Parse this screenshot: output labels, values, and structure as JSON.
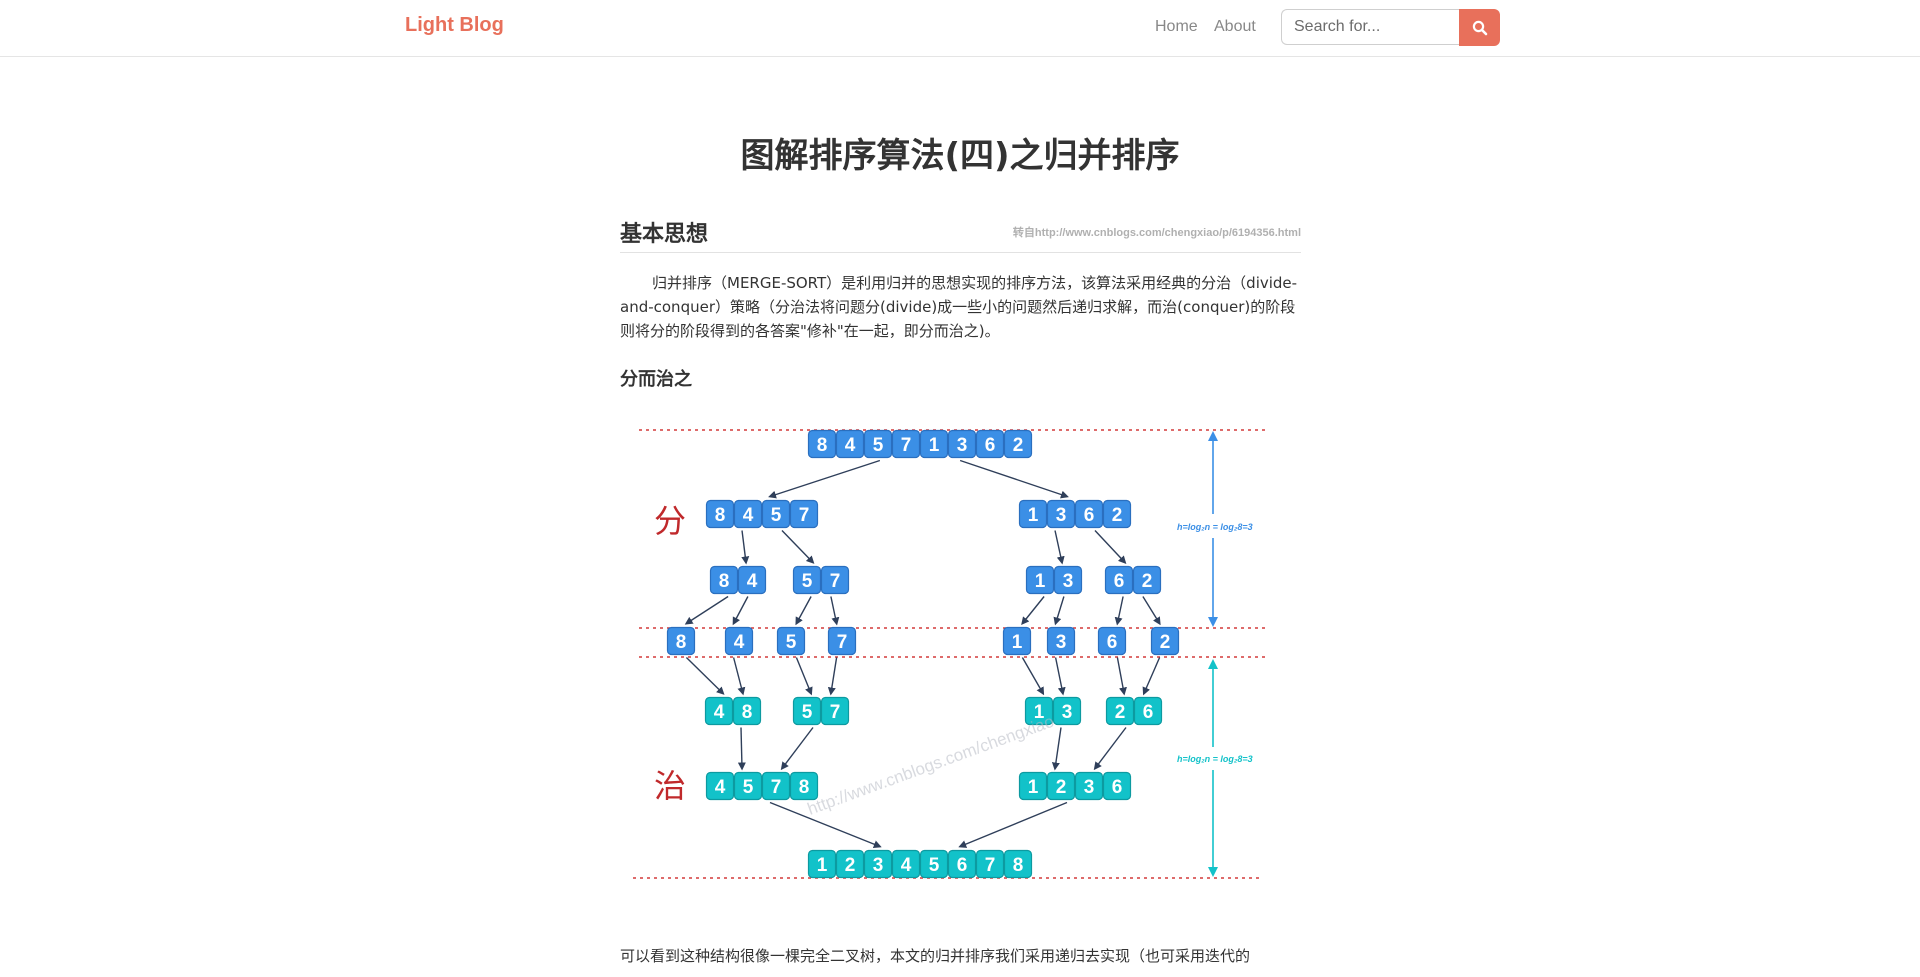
{
  "navbar": {
    "brand": "Light Blog",
    "links": [
      "Home",
      "About"
    ],
    "search_placeholder": "Search for..."
  },
  "post": {
    "title": "图解排序算法(四)之归并排序",
    "section_title": "基本思想",
    "source_note": "转自http://www.cnblogs.com/chengxiao/p/6194356.html",
    "intro": "归并排序（MERGE-SORT）是利用归并的思想实现的排序方法，该算法采用经典的分治（divide-and-conquer）策略（分治法将问题分(divide)成一些小的问题然后递归求解，而治(conquer)的阶段则将分的阶段得到的各答案\"修补\"在一起，即分而治之)。",
    "sub_title": "分而治之",
    "bottom_text": "可以看到这种结构很像一棵完全二叉树，本文的归并排序我们采用递归去实现（也可采用迭代的"
  },
  "figure": {
    "divide_label": "分",
    "conquer_label": "治",
    "height_note_divide": "h=log₂n = log₂8=3",
    "height_note_conquer": "h=log₂n = log₂8=3",
    "watermark": "http://www.cnblogs.com/chengxiao",
    "colors": {
      "divide_box": "#3b8fe6",
      "conquer_box": "#12c2c9",
      "dashed_line": "#d33a3a",
      "arrow": "#2f3f5a",
      "label_red": "#c0292b"
    },
    "rows": [
      {
        "phase": "divide",
        "groups": [
          [
            8,
            4,
            5,
            7,
            1,
            3,
            6,
            2
          ]
        ]
      },
      {
        "phase": "divide",
        "groups": [
          [
            8,
            4,
            5,
            7
          ],
          [
            1,
            3,
            6,
            2
          ]
        ]
      },
      {
        "phase": "divide",
        "groups": [
          [
            8,
            4
          ],
          [
            5,
            7
          ],
          [
            1,
            3
          ],
          [
            6,
            2
          ]
        ]
      },
      {
        "phase": "divide",
        "groups": [
          [
            8
          ],
          [
            4
          ],
          [
            5
          ],
          [
            7
          ],
          [
            1
          ],
          [
            3
          ],
          [
            6
          ],
          [
            2
          ]
        ]
      },
      {
        "phase": "conquer",
        "groups": [
          [
            4,
            8
          ],
          [
            5,
            7
          ],
          [
            1,
            3
          ],
          [
            2,
            6
          ]
        ]
      },
      {
        "phase": "conquer",
        "groups": [
          [
            4,
            5,
            7,
            8
          ],
          [
            1,
            2,
            3,
            6
          ]
        ]
      },
      {
        "phase": "conquer",
        "groups": [
          [
            1,
            2,
            3,
            4,
            5,
            6,
            7,
            8
          ]
        ]
      }
    ]
  }
}
